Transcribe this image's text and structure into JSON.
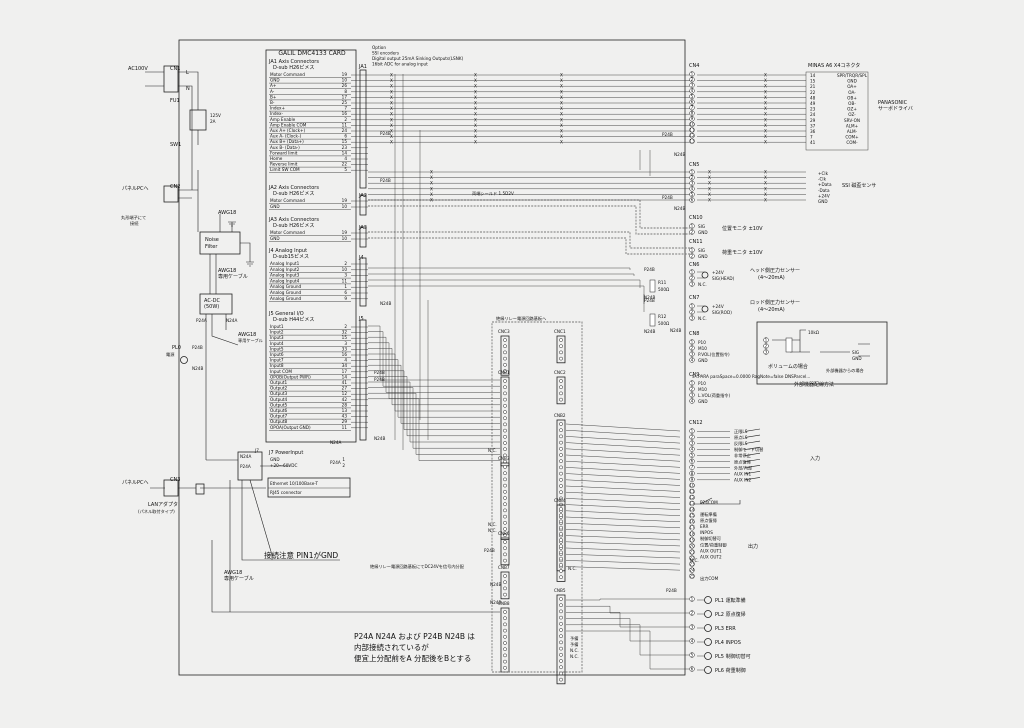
{
  "panel": {
    "card_title": "GALIL DMC4133 CARD",
    "option_lines": [
      "Option",
      "SSI encoders",
      "Digital output 25mA Sinking Outputs(LSNK)",
      "16bit ADC for analog input"
    ],
    "note": [
      "P24A N24A および P24B N24B は",
      "内部接続されているが",
      "便宜上分配前をA 分配後をBとする"
    ],
    "connect_warning": "接続注意 PIN1がGND",
    "relay_note_top": "絶縁リレー電源回路基板へ",
    "relay_note_bottom": "絶縁リレー電源回路基板にてDC24Vを信号内分配",
    "twisted_pair_label": "両端シールド 1.5D2V",
    "lan_label": [
      "LANアダプタ",
      "(パネル取付タイプ)"
    ],
    "earth_note": [
      "丸形端子にて",
      "接続"
    ]
  },
  "power": {
    "ac_label": "AC100V",
    "cn1": "CN1",
    "l": "L",
    "n": "N",
    "fuse": "FU1",
    "fuse_rating": [
      "125V",
      "2A"
    ],
    "sw": "SW1",
    "cn2": "CN2",
    "to_pc": "パネルPCへ",
    "awg18": "AWG18",
    "awg18_cable": [
      "AWG18",
      "専用ケーブル"
    ],
    "noise_filter": [
      "Noise",
      "Filter"
    ],
    "acdc": [
      "AC-DC",
      "(50W)"
    ],
    "p24a": "P24A",
    "n24a": "N24A",
    "pl0": "PL0",
    "pl0_label": "電源",
    "p24b": "P24B",
    "n24b": "N24B",
    "cn3": "CN3",
    "to_pc2": "パネルPCへ"
  },
  "ja1": {
    "title": "JA1 Axis Connectors",
    "sub": "D-sub H26ピメス",
    "rows": [
      [
        "Motor Command",
        "19"
      ],
      [
        "GND",
        "10"
      ],
      [
        "A+",
        "26"
      ],
      [
        "A-",
        "8"
      ],
      [
        "B+",
        "17"
      ],
      [
        "B-",
        "25"
      ],
      [
        "Index+",
        "7"
      ],
      [
        "Index-",
        "16"
      ],
      [
        "Amp Enable",
        "2"
      ],
      [
        "Amp Enable COM",
        "11"
      ],
      [
        "Aux A+ (Clock+)",
        "24"
      ],
      [
        "Aux A- (Clock-)",
        "6"
      ],
      [
        "Aux B+ (Data+)",
        "15"
      ],
      [
        "Aux B- (Data-)",
        "23"
      ],
      [
        "Forward limit",
        "14"
      ],
      [
        "Home",
        "4"
      ],
      [
        "Reverse limit",
        "22"
      ],
      [
        "Limit SW COM",
        "5"
      ]
    ]
  },
  "ja2": {
    "title": "JA2 Axis Connectors",
    "sub": "D-sub H26ピメス",
    "rows": [
      [
        "Motor Command",
        "19"
      ],
      [
        "GND",
        "10"
      ]
    ]
  },
  "ja3": {
    "title": "JA3 Axis Connectors",
    "sub": "D-sub H26ピメス",
    "rows": [
      [
        "Motor Command",
        "19"
      ],
      [
        "GND",
        "10"
      ]
    ]
  },
  "j4": {
    "title": "J4 Analog Input",
    "sub": "D-sub15ピメス",
    "rows": [
      [
        "Analog Input1",
        "2"
      ],
      [
        "Analog Input2",
        "10"
      ],
      [
        "Analog Input3",
        "3"
      ],
      [
        "Analog Input4",
        "11"
      ],
      [
        "Analog Ground",
        "1"
      ],
      [
        "Analog Ground",
        "6"
      ],
      [
        "Analog Ground",
        "9"
      ]
    ]
  },
  "j5": {
    "title": "J5 General I/O",
    "sub": "D-sub H44ピメス",
    "rows": [
      [
        "Input1",
        "2"
      ],
      [
        "Input2",
        "32"
      ],
      [
        "Input3",
        "15"
      ],
      [
        "Input4",
        "3"
      ],
      [
        "Input5",
        "33"
      ],
      [
        "Input6",
        "16"
      ],
      [
        "Input7",
        "4"
      ],
      [
        "Input8",
        "34"
      ],
      [
        "Input COM",
        "17"
      ],
      [
        "OPOB(Output PWR)",
        "14"
      ],
      [
        "Output1",
        "41"
      ],
      [
        "Output2",
        "27"
      ],
      [
        "Output3",
        "12"
      ],
      [
        "Output4",
        "42"
      ],
      [
        "Output5",
        "28"
      ],
      [
        "Output6",
        "13"
      ],
      [
        "Output7",
        "43"
      ],
      [
        "Output8",
        "29"
      ],
      [
        "OPOA(Output GND)",
        "11"
      ]
    ]
  },
  "j7": {
    "title": "J7 PowerInput",
    "rows": [
      [
        "GND",
        "1"
      ],
      [
        "+20〜60VDC",
        "2"
      ]
    ],
    "name": "J7"
  },
  "ethernet": {
    "title": "Ethernet 10/100Base-T",
    "sub": "RJ45 connector"
  },
  "conn_labels": {
    "ja1": "JA1",
    "ja2": "JA2",
    "ja3": "JA3",
    "j4": "J4",
    "j5": "J5",
    "cn4": "CN4",
    "cn5": "CN5",
    "cn10": "CN10",
    "cn11": "CN11",
    "cn6": "CN6",
    "cn7": "CN7",
    "cn8": "CN8",
    "cn9": "CN9",
    "cn12": "CN12",
    "cnc3": "CNC3",
    "cnb1": "CNB1",
    "cnb3": "CNB3",
    "cnb6": "CNB6",
    "cnb7": "CNB7",
    "cnb8": "CNB8",
    "cnc1": "CNC1",
    "cnc2": "CNC2",
    "cnb2": "CNB2",
    "cnb4": "CNB4",
    "cnb5": "CNB5"
  },
  "minas": {
    "title": "MINAS A6 X4コネクタ",
    "rows": [
      [
        "14",
        "SPR/TRQR/SPL"
      ],
      [
        "15",
        "GND"
      ],
      [
        "21",
        "OA+"
      ],
      [
        "22",
        "OA-"
      ],
      [
        "48",
        "OB+"
      ],
      [
        "49",
        "OB-"
      ],
      [
        "23",
        "OZ+"
      ],
      [
        "24",
        "OZ-"
      ],
      [
        "29",
        "SRV-ON"
      ],
      [
        "37",
        "ALM+"
      ],
      [
        "36",
        "ALM-"
      ],
      [
        "7",
        "COM+"
      ],
      [
        "41",
        "COM-"
      ]
    ],
    "driver": [
      "PANASONIC",
      "サーボドライバ"
    ]
  },
  "ssi": {
    "pins": [
      "+Clk",
      "-Clk",
      "+Data",
      "-Data",
      "+24V",
      "GND"
    ],
    "label": [
      "SSI",
      "磁歪センサ"
    ]
  },
  "cn10": {
    "pins": [
      "SIG",
      "GND"
    ],
    "label": "位置モニタ ±10V"
  },
  "cn11": {
    "pins": [
      "SIG",
      "GND"
    ],
    "label": "荷重モニタ ±10V"
  },
  "cn6": {
    "pins": [
      "+24V",
      "SIG(HEAD)"
    ],
    "label": [
      "ヘッド側圧力センサー",
      "(4〜20mA)"
    ],
    "r": [
      "R11",
      "500Ω"
    ]
  },
  "cn7": {
    "pins": [
      "+24V",
      "SIG(ROD)"
    ],
    "label": [
      "ロッド側圧力センサー",
      "(4〜20mA)"
    ],
    "r": [
      "R12",
      "500Ω"
    ]
  },
  "cn8": {
    "pins": [
      "P10",
      "M10",
      "P.VOL(位置指令)",
      "GND"
    ]
  },
  "cn9": {
    "pins": [
      "P10",
      "M10",
      "L.VOL(荷重指令)",
      "GND"
    ],
    "overlap": "S<PARA paraSpace=0.0000 RagNote=false DNSParcel..."
  },
  "volume_box": {
    "resistor": "10kΩ",
    "vol_label": "ボリュームの場合",
    "sig": "SIG",
    "gnd": "GND",
    "ext": "外部機器からの場合",
    "method": "外部機器配線方法"
  },
  "cn12": {
    "inputs": [
      "正限LS",
      "原点LS",
      "反限LS",
      "制御モード切替",
      "非常停止",
      "原点復帰",
      "外部/内部",
      "AUX IN1",
      "AUX IN2"
    ],
    "in_label": "入力",
    "com": "P24COM",
    "outputs": [
      "運転準備",
      "原点復帰",
      "ERR",
      "INPOS",
      "制御切替可",
      "位置/荷重制御",
      "AUX OUT1",
      "AUX OUT2"
    ],
    "out_label": "出力",
    "out_com": "出力COM"
  },
  "lamps": [
    [
      "PL1",
      "運転準備"
    ],
    [
      "PL2",
      "原点復帰"
    ],
    [
      "PL3",
      "ERR"
    ],
    [
      "PL4",
      "INPOS"
    ],
    [
      "PL5",
      "制御切替可"
    ],
    [
      "PL6",
      "荷重制御"
    ]
  ],
  "spare": [
    "予備",
    "予備",
    "N.C.",
    "N.C."
  ],
  "nc": "N.C."
}
